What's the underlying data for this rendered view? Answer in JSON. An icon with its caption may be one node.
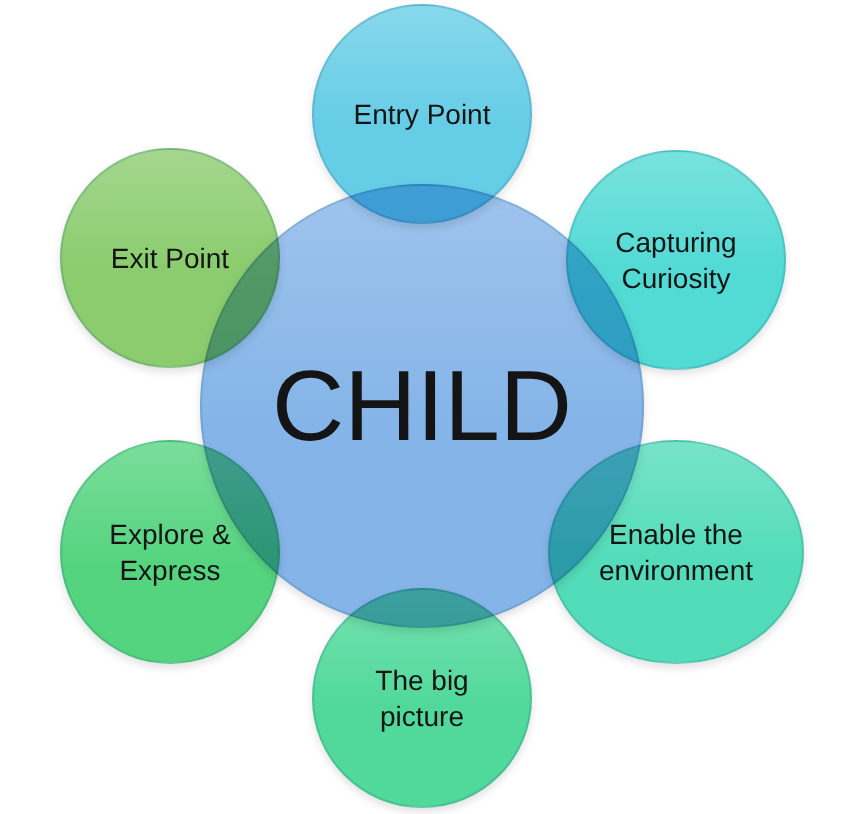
{
  "diagram": {
    "nodes": [
      {
        "text": [
          "Entry Point"
        ]
      },
      {
        "text": [
          "Exit Point"
        ]
      },
      {
        "text": [
          "Capturing Curiosity"
        ]
      },
      {
        "text": [
          "CHILD"
        ]
      },
      {
        "text": [
          "Explore & Express"
        ]
      },
      {
        "text": [
          "Enable the environment"
        ]
      },
      {
        "text": [
          "The big picture"
        ]
      }
    ]
  }
}
